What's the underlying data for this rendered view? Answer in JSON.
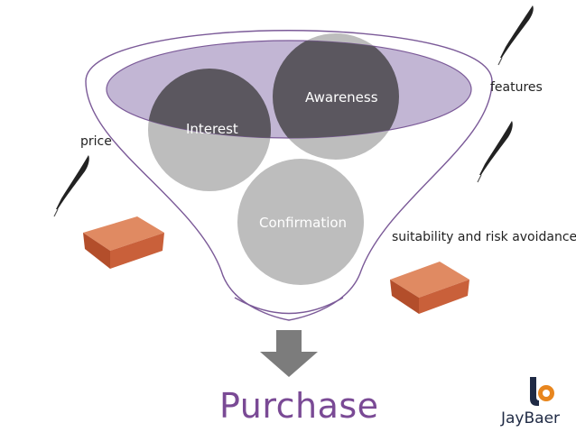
{
  "circles": {
    "awareness": "Awareness",
    "interest": "Interest",
    "confirmation": "Confirmation"
  },
  "labels": {
    "features": "features",
    "price": "price",
    "suitability": "suitability and risk avoidance"
  },
  "result": "Purchase",
  "logo_text": "JayBaer",
  "colors": {
    "funnel_stroke": "#7b5a98",
    "ellipse_fill": "#b7a9cc",
    "circle_dark": "#5b575f",
    "circle_light": "#bdbdbd",
    "arrow": "#7c7c7c",
    "purchase_text": "#7a4a95",
    "brick": "#c9603a",
    "logo_orange": "#e8861e"
  },
  "icons": [
    "quill-icon",
    "brick-icon",
    "down-arrow-icon",
    "jaybaer-logo-icon"
  ]
}
